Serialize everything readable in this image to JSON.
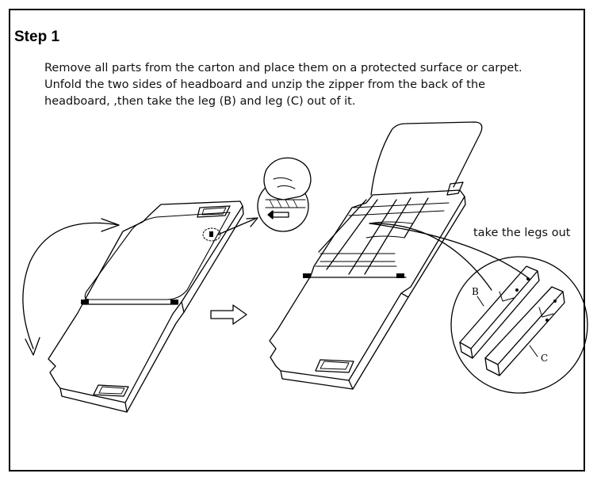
{
  "step": {
    "title": "Step 1",
    "lines": [
      "Remove all parts from the carton and place them on a protected surface or carpet.",
      "Unfold the two sides of headboard and unzip the zipper from the back of the",
      "headboard,  ,then take the leg (B) and leg (C) out  of it."
    ]
  },
  "callout": {
    "legs_label": "take the legs out",
    "part_b": "B",
    "part_c": "C"
  },
  "icons": [
    "curved-fold-arrow-icon",
    "right-arrow-icon",
    "hand-unzipping-icon"
  ]
}
